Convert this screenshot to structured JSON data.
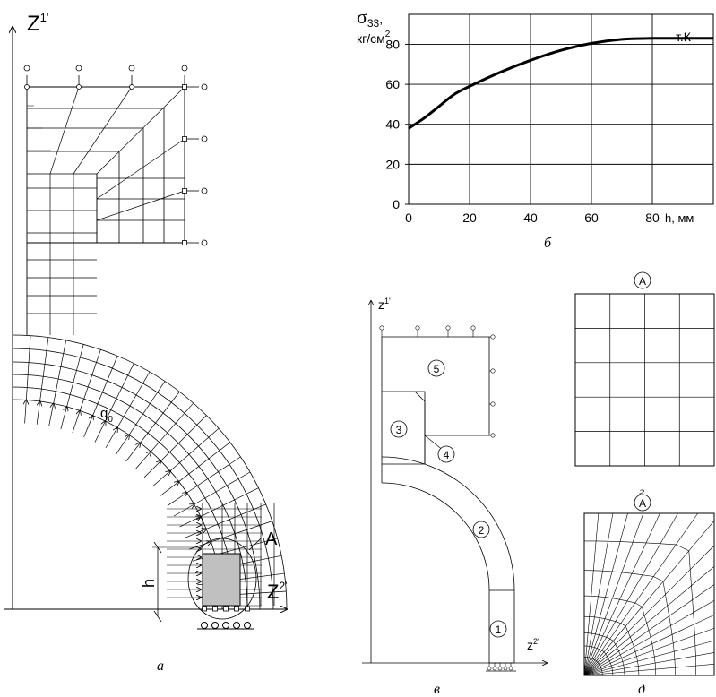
{
  "panel_a": {
    "axis_z1_label": "Z",
    "axis_z1_sup": "1'",
    "axis_z2_label": "Z",
    "axis_z2_sup": "2'",
    "load_label": "q",
    "load_sub": "0",
    "dim_label": "h",
    "detail_label": "A",
    "caption": "а"
  },
  "chart_data": {
    "type": "line",
    "ylabel_main": "σ",
    "ylabel_sub": "33",
    "ylabel_comma": ",",
    "yunit": "кг/см",
    "yunit_sup": "2",
    "xlabel": "h, мм",
    "curve_label": "т.К",
    "xticks": [
      "0",
      "20",
      "40",
      "60",
      "80"
    ],
    "yticks": [
      "0",
      "20",
      "40",
      "60",
      "80"
    ],
    "xlim": [
      0,
      100
    ],
    "ylim": [
      0,
      95
    ],
    "grid": true,
    "series": [
      {
        "x": [
          0,
          5,
          10,
          15,
          20,
          30,
          40,
          50,
          60,
          70,
          80,
          90,
          100
        ],
        "values": [
          38,
          43,
          49,
          55,
          59,
          66,
          72,
          77,
          80.5,
          82.5,
          83,
          83,
          83
        ]
      }
    ],
    "caption": "б"
  },
  "panel_v": {
    "axis_z1_label": "z",
    "axis_z1_sup": "1'",
    "axis_z2_label": "z",
    "axis_z2_sup": "2'",
    "regions": [
      "1",
      "2",
      "3",
      "4",
      "5"
    ],
    "caption": "в"
  },
  "panel_g": {
    "title": "A",
    "caption": "г"
  },
  "panel_d": {
    "title": "A",
    "caption": "д"
  }
}
